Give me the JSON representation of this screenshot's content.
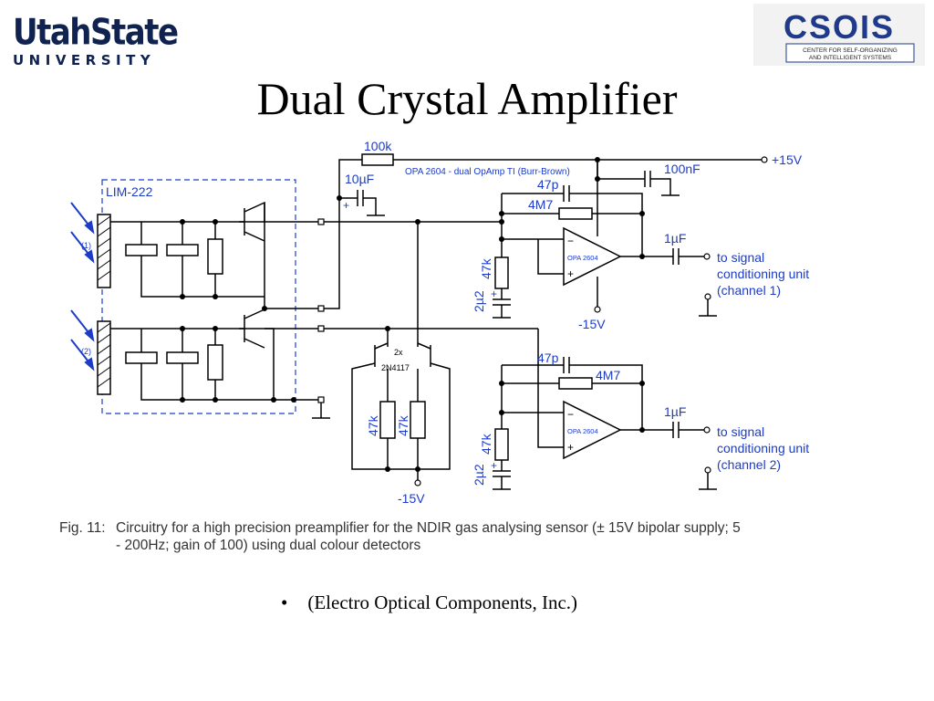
{
  "logos": {
    "usu_word": "UtahState",
    "usu_sub": "UNIVERSITY",
    "csois_word": "CSOIS",
    "csois_line1": "CENTER FOR SELF-ORGANIZING",
    "csois_line2": "AND INTELLIGENT SYSTEMS"
  },
  "slide": {
    "title": "Dual Crystal Amplifier",
    "bullet": "(Electro Optical Components, Inc.)"
  },
  "schematic": {
    "r_feedback_top": "100k",
    "opamp_note": "OPA 2604 - dual OpAmp TI (Burr-Brown)",
    "supply_pos": "+15V",
    "cap_10u": "10µF",
    "cap_100n": "100nF",
    "cap_47p_1": "47p",
    "r_4m7_1": "4M7",
    "cap_1u_1": "1µF",
    "out_1_line1": "to signal",
    "out_1_line2": "conditioning unit",
    "out_1_line3": "(channel 1)",
    "opamp_label_1": "OPA 2604",
    "r_47k_1": "47k",
    "cap_2u2_1": "2µ2",
    "supply_neg_1": "-15V",
    "lim_label": "LIM-222",
    "det_1": "(1)",
    "det_2": "(2)",
    "jfet_count": "2x",
    "jfet_type": "2N4117",
    "r_47k_a": "47k",
    "r_47k_b": "47k",
    "supply_neg_2": "-15V",
    "cap_47p_2": "47p",
    "r_4m7_2": "4M7",
    "cap_1u_2": "1µF",
    "opamp_label_2": "OPA 2604",
    "r_47k_2": "47k",
    "cap_2u2_2": "2µ2",
    "out_2_line1": "to signal",
    "out_2_line2": "conditioning unit",
    "out_2_line3": "(channel 2)",
    "plus_sign": "+",
    "minus_sign": "−"
  },
  "caption": {
    "label": "Fig. 11:",
    "line1": "Circuitry for a high precision preamplifier for the NDIR gas analysing sensor (± 15V bipolar supply; 5",
    "line2": "- 200Hz; gain of 100) using dual colour detectors"
  },
  "colors": {
    "wire": "#000000",
    "annotation": "#1c3cc8",
    "lim_border": "#1c3cc8",
    "usu_blue": "#0f2250",
    "csois_blue": "#1f3a8a"
  }
}
